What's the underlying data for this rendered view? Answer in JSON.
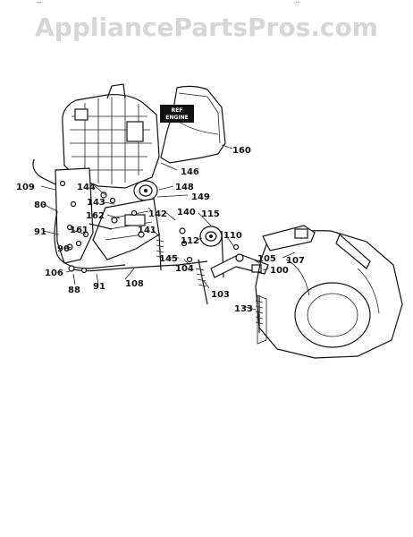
{
  "header": {
    "left_fragment": "...",
    "right_fragment": "..."
  },
  "watermark": "AppliancePartsPros.com",
  "engine_tag": [
    "REF",
    "ENGINE"
  ],
  "callouts": [
    {
      "id": "c160",
      "text": "160"
    },
    {
      "id": "c146",
      "text": "146"
    },
    {
      "id": "c148",
      "text": "148"
    },
    {
      "id": "c149",
      "text": "149"
    },
    {
      "id": "c109",
      "text": "109"
    },
    {
      "id": "c144",
      "text": "144"
    },
    {
      "id": "c143",
      "text": "143"
    },
    {
      "id": "c80",
      "text": "80"
    },
    {
      "id": "c162",
      "text": "162"
    },
    {
      "id": "c142",
      "text": "142"
    },
    {
      "id": "c140",
      "text": "140"
    },
    {
      "id": "c115",
      "text": "115"
    },
    {
      "id": "c91a",
      "text": "91"
    },
    {
      "id": "c161",
      "text": "161"
    },
    {
      "id": "c141",
      "text": "141"
    },
    {
      "id": "c112",
      "text": "112"
    },
    {
      "id": "c110",
      "text": "110"
    },
    {
      "id": "c90",
      "text": "90"
    },
    {
      "id": "c145",
      "text": "145"
    },
    {
      "id": "c105",
      "text": "105"
    },
    {
      "id": "c107",
      "text": "107"
    },
    {
      "id": "c104",
      "text": "104"
    },
    {
      "id": "c100",
      "text": "100"
    },
    {
      "id": "c106",
      "text": "106"
    },
    {
      "id": "c108",
      "text": "108"
    },
    {
      "id": "c88",
      "text": "88"
    },
    {
      "id": "c91b",
      "text": "91"
    },
    {
      "id": "c103",
      "text": "103"
    },
    {
      "id": "c133",
      "text": "133"
    }
  ]
}
